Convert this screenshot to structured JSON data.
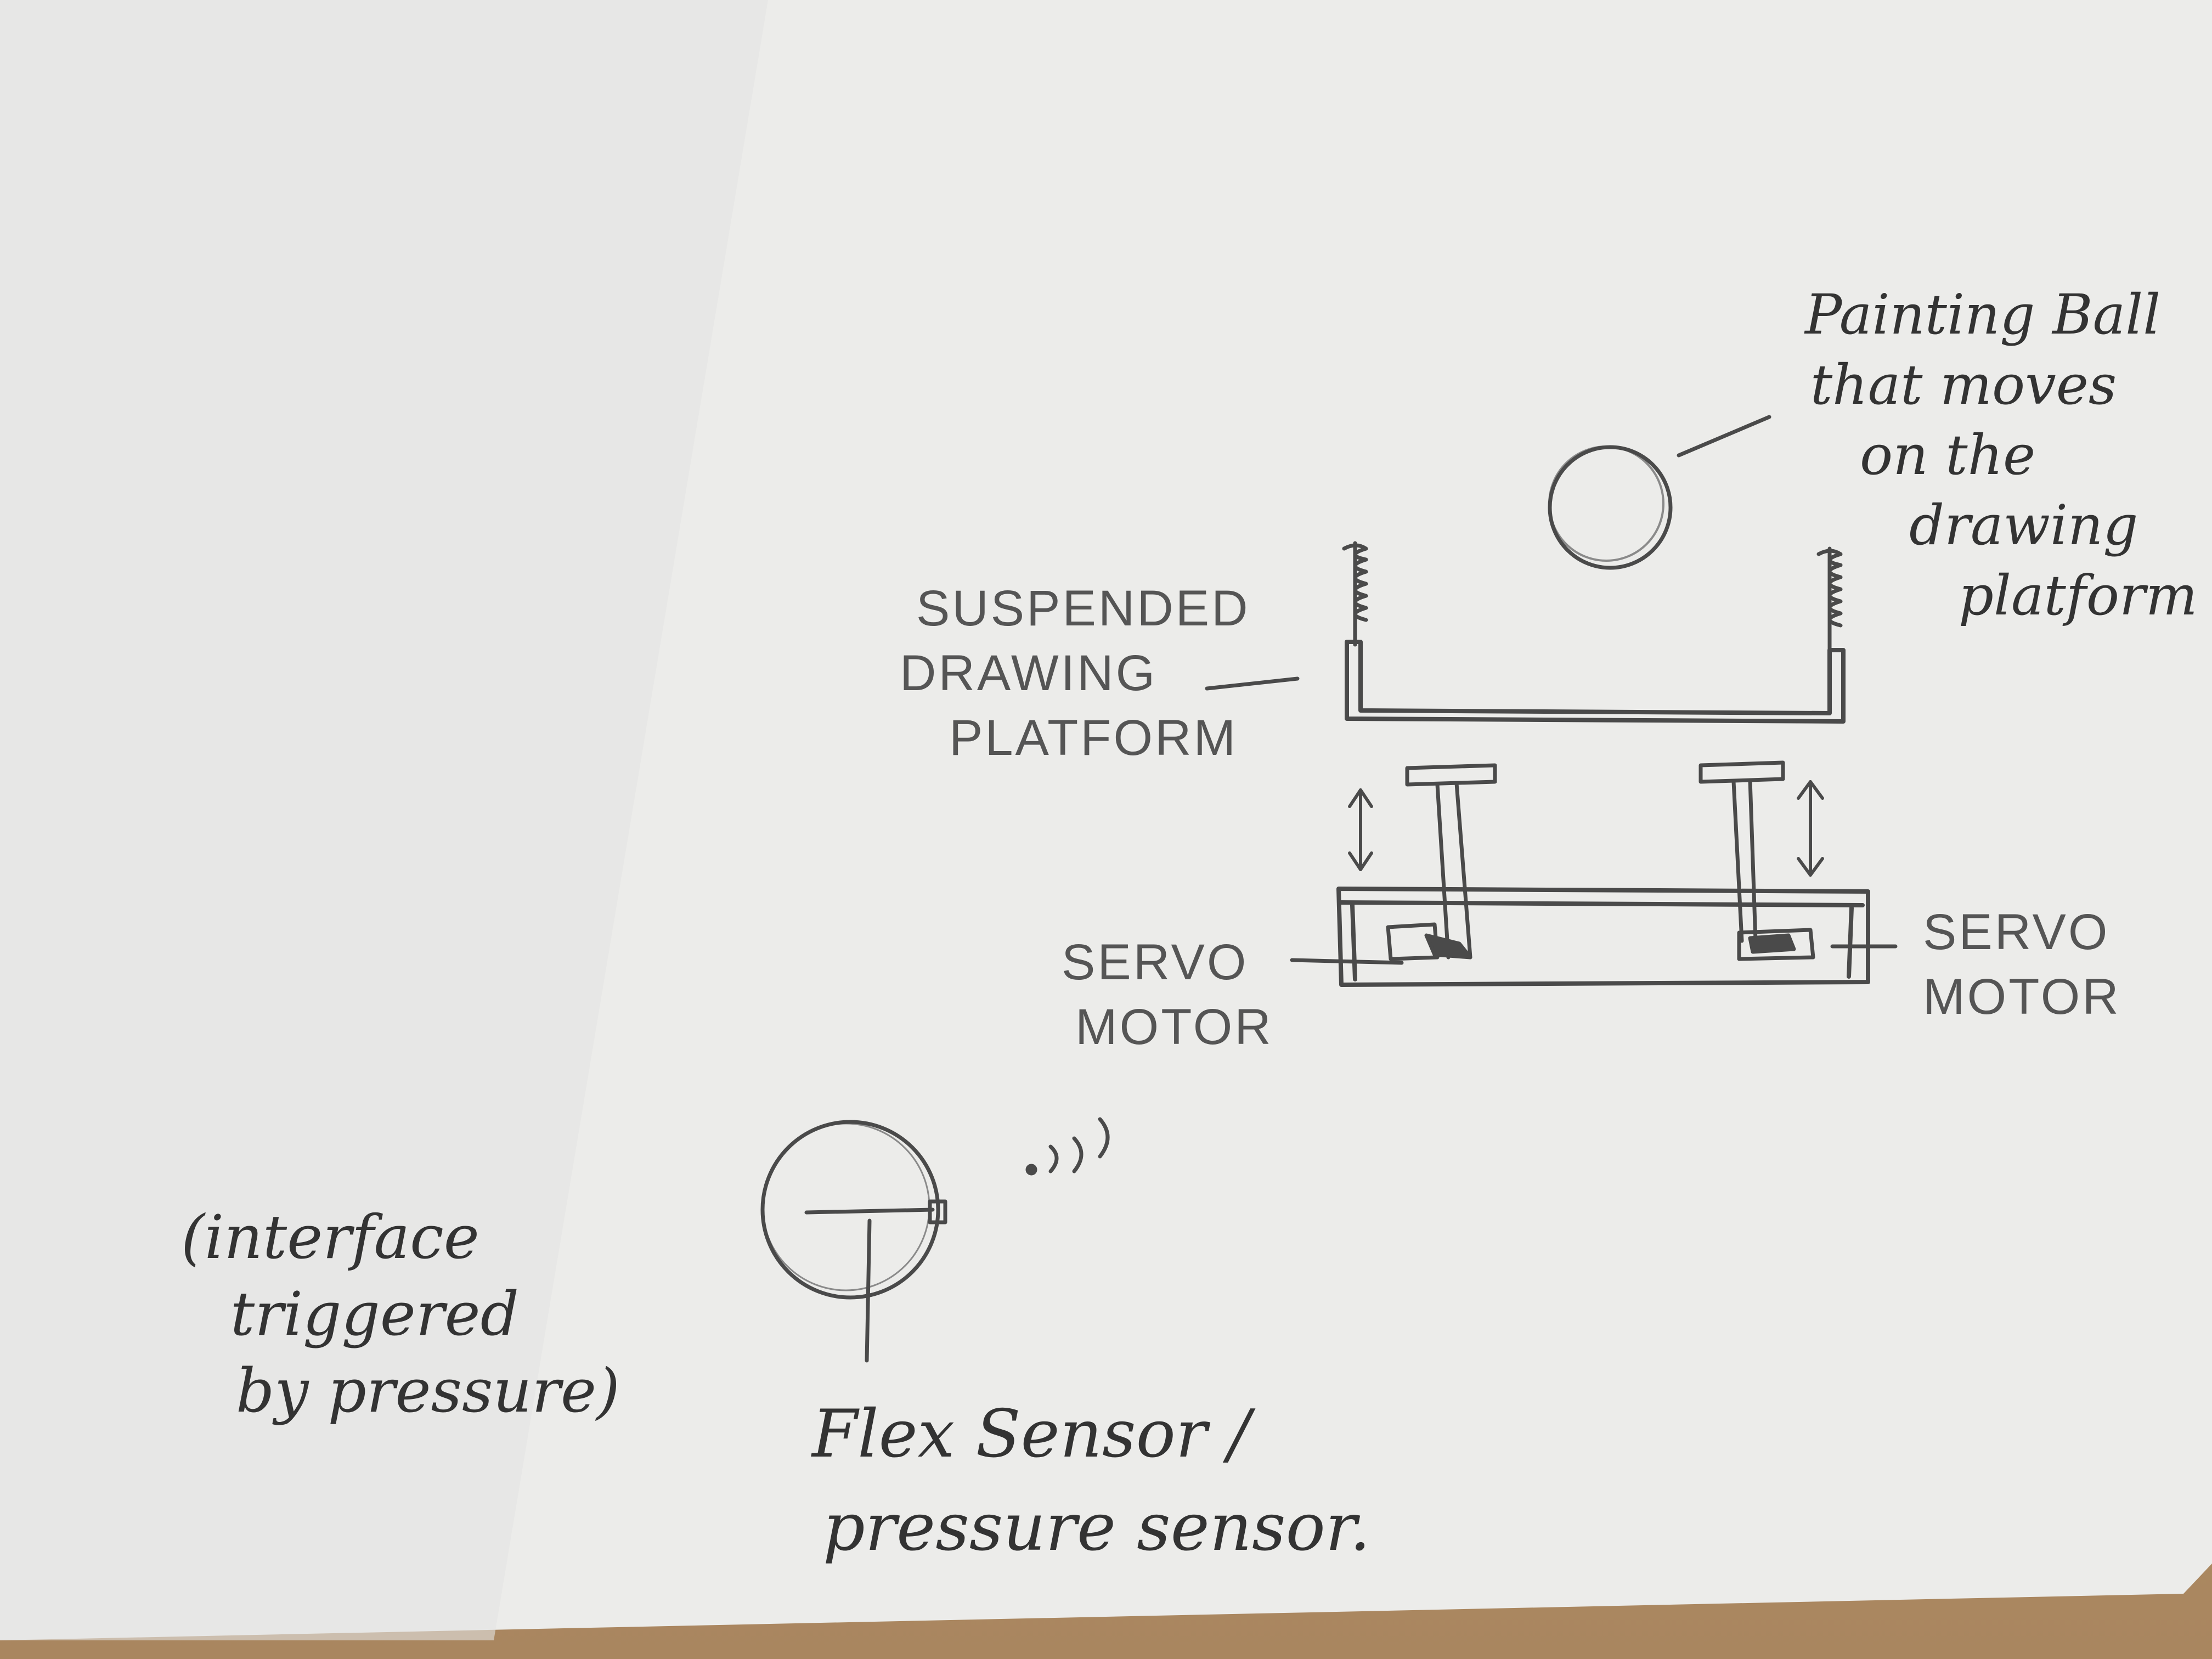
{
  "labels": {
    "painting_ball": [
      "Painting Ball",
      "that moves",
      "on the",
      "drawing",
      "platform"
    ],
    "suspended_platform": [
      "SUSPENDED",
      "DRAWING",
      "PLATFORM"
    ],
    "servo_left": [
      "SERVO",
      "MOTOR"
    ],
    "servo_right": [
      "SERVO",
      "MOTOR"
    ],
    "interface": [
      "(interface",
      "triggered",
      "by pressure)"
    ],
    "sensor": [
      "Flex Sensor /",
      "pressure sensor."
    ]
  },
  "colors": {
    "paper": "#eeeeec",
    "pencil": "#4a4a4a",
    "desk": "#b38f69"
  }
}
